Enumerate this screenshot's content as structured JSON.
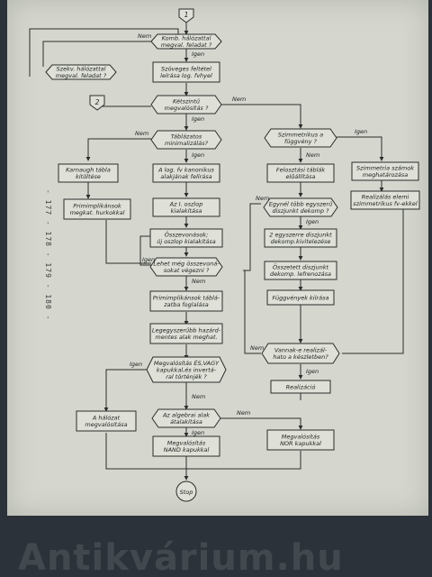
{
  "connector_label": "1",
  "connector2_label": "2",
  "stop_label": "Stop",
  "watermark": "Antikvárium.hu",
  "margin_note": "- 177 - 178 - 179 - 180 -",
  "nodes": {
    "q_komb": [
      "Komb. hálózattal",
      "megval. feladat ?"
    ],
    "szekv": [
      "Szekv. hálózattal",
      "megval. feladat ?"
    ],
    "szoveges": [
      "Szöveges feltétel",
      "leírása log. fvhyel"
    ],
    "ketszintu": [
      "Kétszintű",
      "megvalósítás ?"
    ],
    "tablazatos": [
      "Táblázatos",
      "minimalizálás?"
    ],
    "szimmetrikus": [
      "Szimmetrikus a",
      "függvény ?"
    ],
    "karnaugh": [
      "Karnaugh tábla",
      "kitöltése"
    ],
    "alog": [
      "A log. fv kanonikus",
      "alakjának felírása"
    ],
    "felosztasi": [
      "Felosztási táblák",
      "előállítása"
    ],
    "szimmetria": [
      "Szimmetria számok",
      "meghatározása"
    ],
    "primimplikansok": [
      "Primimplikánsok",
      "megkat. hurkokkal"
    ],
    "oszlop1": [
      "Az I. oszlop",
      "kialakítása"
    ],
    "egynel": [
      "Egynél több egyszerű",
      "diszjunkt dekomp ?"
    ],
    "realizalas_elemi": [
      "Realizálás elemi",
      "szimmetrikus fv-ekkel"
    ],
    "osszevonasok": [
      "Összevonások;",
      "új oszlop kialakítása"
    ],
    "egyszerre2": [
      "2 egyszerre diszjunkt",
      "dekomp.kivitelezése"
    ],
    "lehet_meg": [
      "Lehet még összevoná-",
      "sokat végezni ?"
    ],
    "osszetett": [
      "Összetett diszjunkt",
      "dekomp. lefrenozása"
    ],
    "primimp_tabla": [
      "Primimplikánsok táblá-",
      "zatba foglalása"
    ],
    "fuggvenyek": [
      "Függvények kiírása"
    ],
    "legegyszerubb": [
      "Legegyszerűbb hazárd-",
      "mentes alak meghat."
    ],
    "vannak": [
      "Vannak-e realizál-",
      "hato a készletben?"
    ],
    "megval_es": [
      "Megvalósítás ÉS,VAGY",
      "kapukkal,és invertá-",
      "ral történjék ?"
    ],
    "halozat": [
      "A hálózat",
      "megvalósítása"
    ],
    "realizacio": [
      "Realizáció"
    ],
    "algebrai": [
      "Az algebrai alak",
      "átalakítása"
    ],
    "nand": [
      "Megvalósítás",
      "NAND kapukkal"
    ],
    "nor": [
      "Megvalósítás",
      "NOR kapukkal"
    ]
  },
  "labels": {
    "nem": "Nem",
    "igen": "Igen"
  }
}
